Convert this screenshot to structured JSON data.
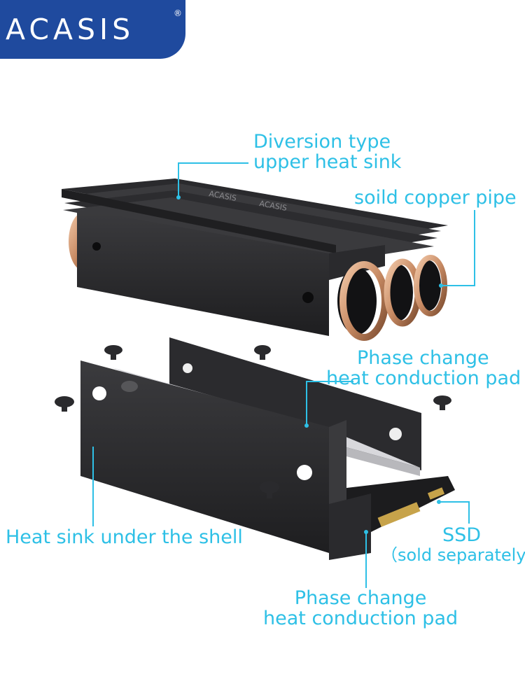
{
  "brand": {
    "logo": "ACASIS",
    "registered": "®",
    "color": "#1f4a9e"
  },
  "accent_color": "#2ec0e6",
  "product_mark": "ACASIS",
  "labels": {
    "upper_sink": [
      "Diversion type",
      "upper heat sink"
    ],
    "copper_pipe": "soild copper pipe",
    "pad_top": [
      "Phase change",
      "heat conduction pad"
    ],
    "lower_sink": "Heat sink under the shell",
    "ssd": [
      "SSD",
      "（sold separately"
    ],
    "pad_bottom": [
      "Phase change",
      "heat conduction pad"
    ]
  }
}
